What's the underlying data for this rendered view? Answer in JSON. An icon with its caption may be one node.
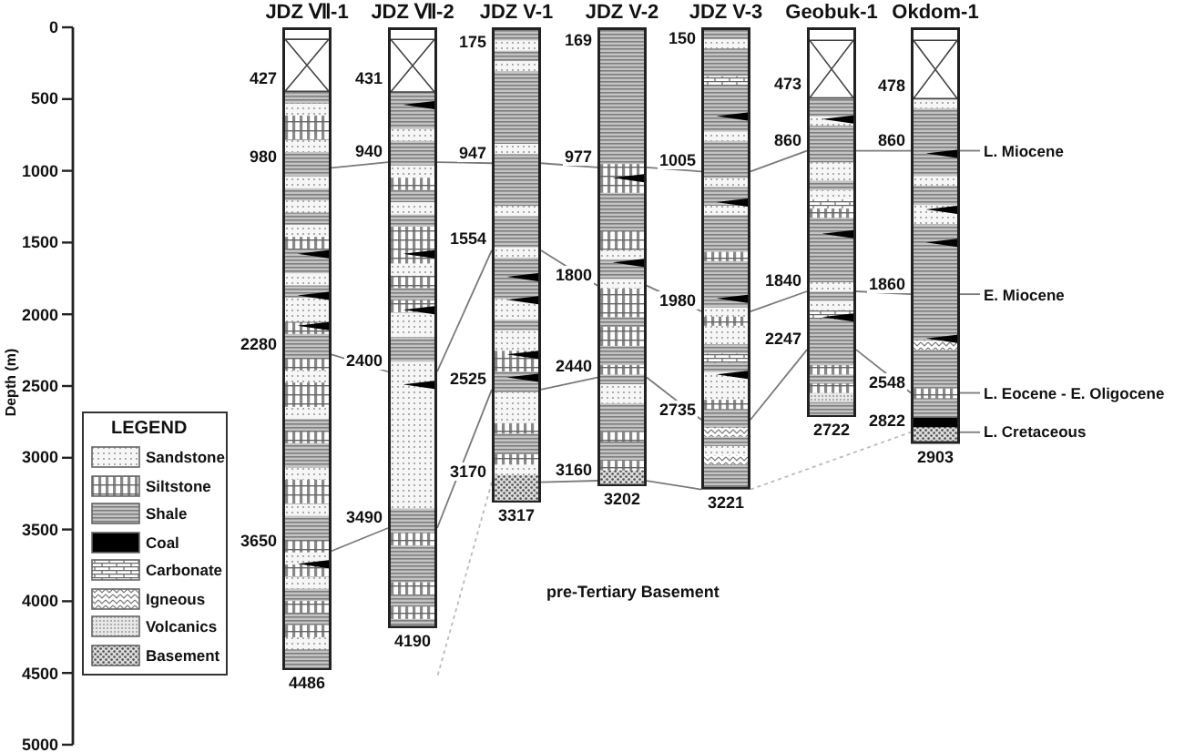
{
  "diagram": {
    "nodes": [
      {
        "text": [
          "JDZ Ⅶ-1"
        ],
        "beside": [
          "427",
          "980",
          "2280",
          "3650",
          "4486"
        ]
      },
      {
        "text": [
          "JDZ Ⅶ-2"
        ],
        "beside": [
          "431",
          "940",
          "2400",
          "3490",
          "4190"
        ]
      },
      {
        "text": [
          "JDZ V-1"
        ],
        "beside": [
          "175",
          "947",
          "1554",
          "2525",
          "3170",
          "3317"
        ]
      },
      {
        "text": [
          "JDZ V-2"
        ],
        "beside": [
          "169",
          "977",
          "1800",
          "2440",
          "3160",
          "3202"
        ]
      },
      {
        "text": [
          "JDZ V-3"
        ],
        "beside": [
          "150",
          "1005",
          "1980",
          "2735",
          "3221"
        ]
      },
      {
        "text": [
          "Geobuk-1"
        ],
        "beside": [
          "473",
          "860",
          "1840",
          "2247",
          "2722"
        ]
      },
      {
        "text": [
          "Okdom-1"
        ],
        "beside": [
          "478",
          "860",
          "1860",
          "2548",
          "2822",
          "2903"
        ]
      },
      {
        "text": [
          "L. Miocene"
        ]
      },
      {
        "text": [
          "E. Miocene"
        ]
      },
      {
        "text": [
          "L. Eocene - E. Oligocene"
        ]
      },
      {
        "text": [
          "L. Cretaceous"
        ]
      }
    ],
    "edges": [
      {
        "from": 0,
        "to": 1,
        "arrow": "none"
      },
      {
        "from": 1,
        "to": 2,
        "arrow": "none"
      },
      {
        "from": 2,
        "to": 3,
        "arrow": "none"
      },
      {
        "from": 3,
        "to": 4,
        "arrow": "none"
      },
      {
        "from": 4,
        "to": 5,
        "arrow": "none"
      },
      {
        "from": 5,
        "to": 6,
        "arrow": "none"
      },
      {
        "from": 6,
        "to": 7,
        "arrow": "none"
      },
      {
        "from": 0,
        "to": 1,
        "arrow": "none"
      },
      {
        "from": 1,
        "to": 2,
        "arrow": "none"
      },
      {
        "from": 2,
        "to": 3,
        "arrow": "none"
      },
      {
        "from": 3,
        "to": 4,
        "arrow": "none"
      },
      {
        "from": 4,
        "to": 5,
        "arrow": "none"
      },
      {
        "from": 5,
        "to": 6,
        "arrow": "none"
      },
      {
        "from": 6,
        "to": 8,
        "arrow": "none"
      },
      {
        "from": 0,
        "to": 1,
        "arrow": "none"
      },
      {
        "from": 1,
        "to": 2,
        "arrow": "none"
      },
      {
        "from": 2,
        "to": 3,
        "arrow": "none"
      },
      {
        "from": 3,
        "to": 4,
        "arrow": "none"
      },
      {
        "from": 4,
        "to": 5,
        "arrow": "none"
      },
      {
        "from": 5,
        "to": 6,
        "arrow": "none"
      },
      {
        "from": 6,
        "to": 9,
        "arrow": "none"
      },
      {
        "from": 2,
        "to": 3,
        "arrow": "none"
      },
      {
        "from": 3,
        "to": 4,
        "arrow": "none"
      },
      {
        "from": 6,
        "to": 10,
        "arrow": "none"
      },
      {
        "from": 4,
        "to": 6,
        "arrow": "none",
        "style": "dashed",
        "color": "#bbbbbb"
      },
      {
        "from": 2,
        "to": null,
        "arrow": "none",
        "style": "dashed",
        "color": "#bbbbbb"
      }
    ],
    "labels": [
      "0",
      "500",
      "1000",
      "1500",
      "2000",
      "2500",
      "3000",
      "3500",
      "4000",
      "4500",
      "5000",
      "Depth (m)",
      "LEGEND",
      "pre-Tertiary Basement"
    ],
    "legend": [
      {
        "text": "Sandstone"
      },
      {
        "text": "Siltstone"
      },
      {
        "text": "Shale"
      },
      {
        "text": "Coal"
      },
      {
        "text": "Carbonate"
      },
      {
        "text": "Igneous"
      },
      {
        "text": "Volcanics"
      },
      {
        "text": "Basement"
      }
    ]
  }
}
